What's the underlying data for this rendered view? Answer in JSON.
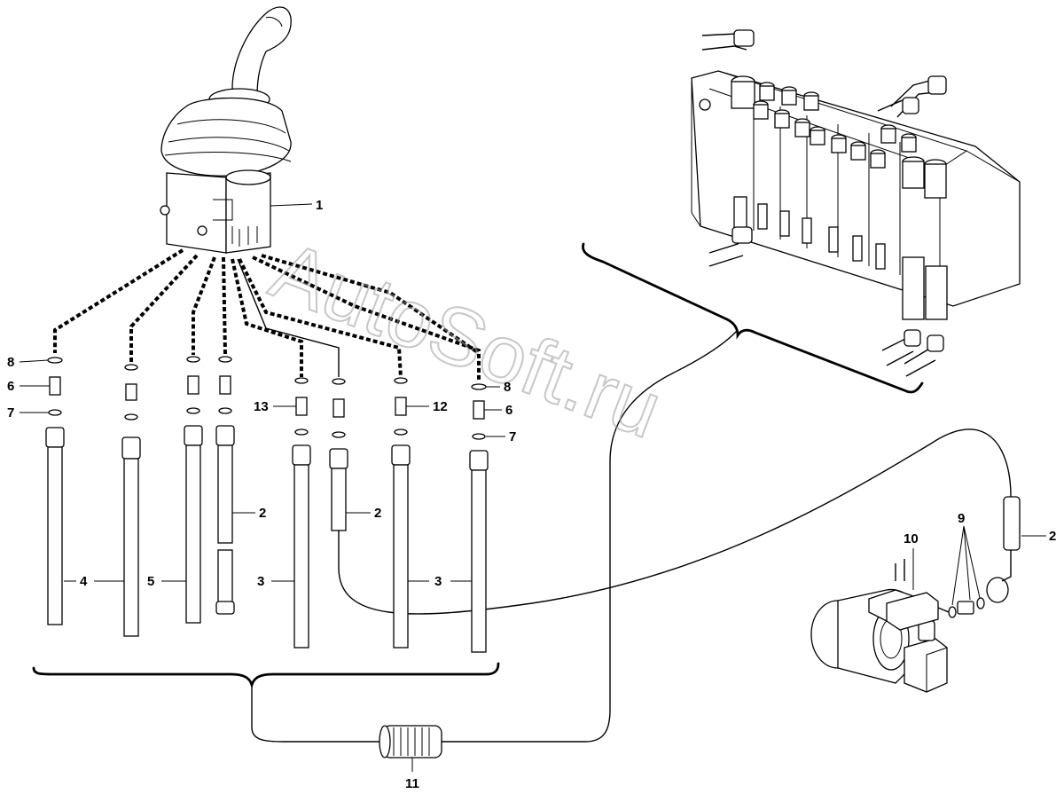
{
  "watermark": "AutoSoft.ru",
  "callouts": {
    "c1": "1",
    "c2a": "2",
    "c2b": "2",
    "c2c": "2",
    "c3a": "3",
    "c3b": "3",
    "c4": "4",
    "c5": "5",
    "c6a": "6",
    "c6b": "6",
    "c7a": "7",
    "c7b": "7",
    "c8a": "8",
    "c8b": "8",
    "c9": "9",
    "c10": "10",
    "c11": "11",
    "c12": "12",
    "c13": "13"
  }
}
